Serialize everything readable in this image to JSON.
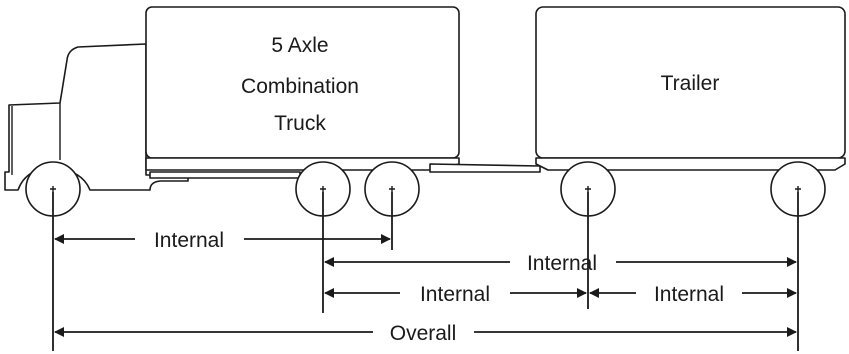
{
  "truck": {
    "body_label_lines": [
      "5 Axle",
      "Combination",
      "Truck"
    ]
  },
  "trailer": {
    "label": "Trailer"
  },
  "dimensions": {
    "internal_1": "Internal",
    "internal_2": "Internal",
    "internal_3": "Internal",
    "internal_4": "Internal",
    "overall": "Overall"
  }
}
